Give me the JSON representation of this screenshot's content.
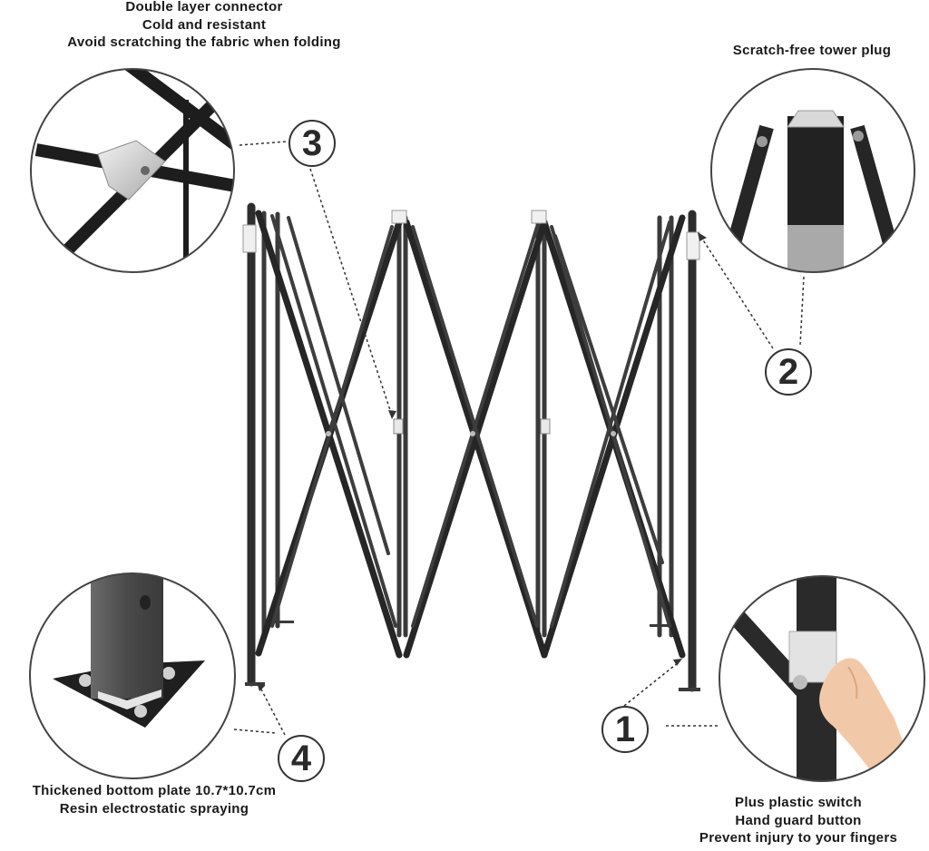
{
  "callouts": {
    "c3": {
      "number": "3",
      "lines": [
        "Double layer connector",
        "Cold and resistant",
        "Avoid scratching the fabric when folding"
      ],
      "detail": "connector"
    },
    "c2": {
      "number": "2",
      "lines": [
        "Scratch-free tower plug"
      ],
      "detail": "tower-plug"
    },
    "c4": {
      "number": "4",
      "lines": [
        "Thickened bottom plate 10.7*10.7cm",
        "Resin electrostatic spraying"
      ],
      "detail": "bottom-plate"
    },
    "c1": {
      "number": "1",
      "lines": [
        "Plus plastic switch",
        "Hand guard button",
        "Prevent injury to your fingers"
      ],
      "detail": "switch"
    }
  },
  "colors": {
    "frame": "#2b2b2b",
    "frame_dark": "#1c1c1c",
    "leg_grey": "#5a5a5a",
    "plastic": "#d8d8d8",
    "circle_border": "#444444",
    "leader_line": "#333333"
  }
}
